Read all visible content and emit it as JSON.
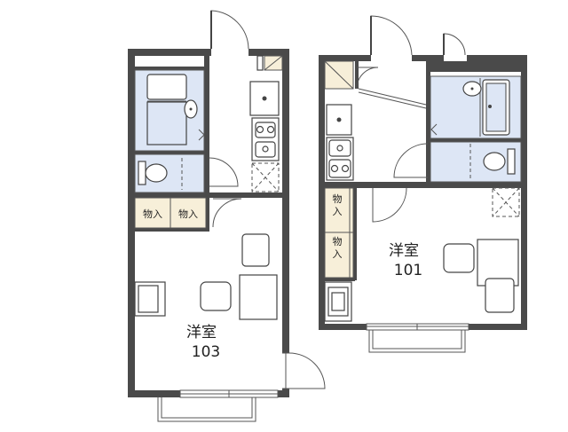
{
  "units": [
    {
      "room_type": "洋室",
      "room_number": "103",
      "storage": [
        "物入",
        "物入"
      ]
    },
    {
      "room_type": "洋室",
      "room_number": "101",
      "storage": [
        "物入",
        "物入"
      ]
    }
  ]
}
